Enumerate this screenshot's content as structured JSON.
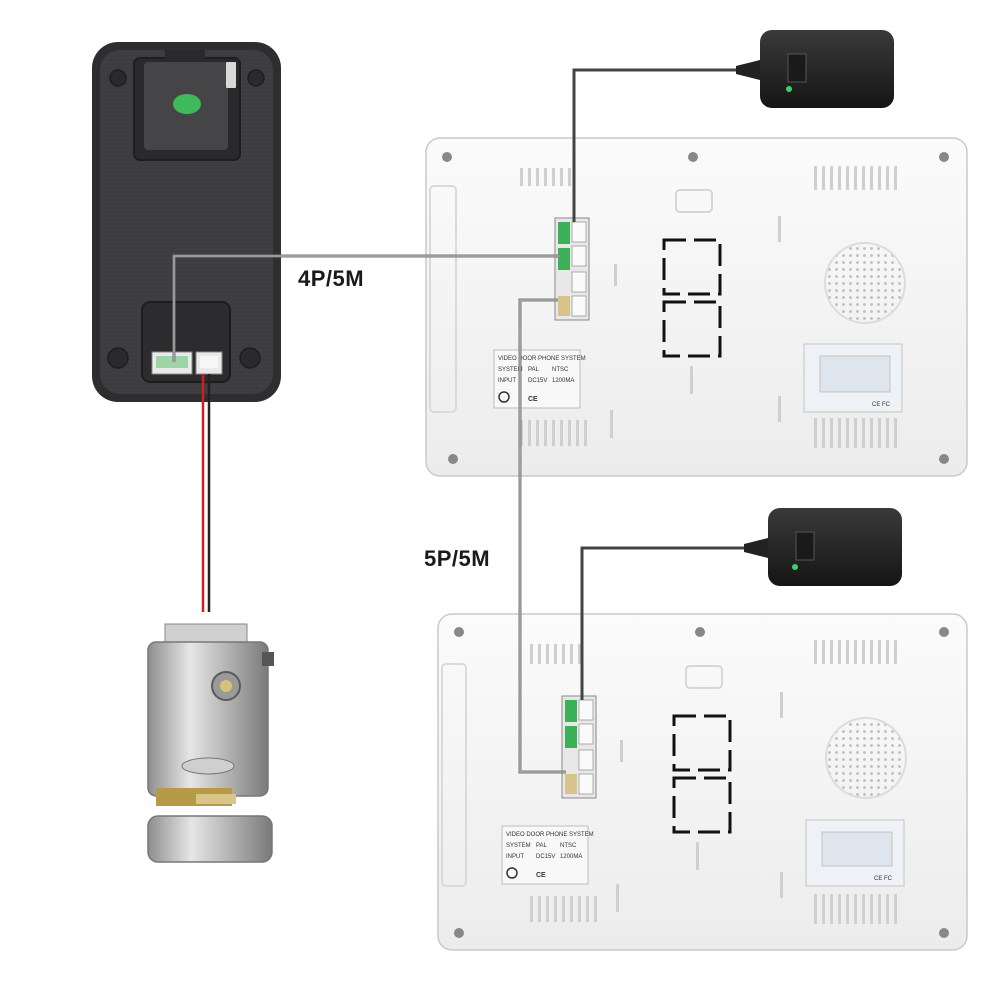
{
  "cables": {
    "upper_label": "4P/5M",
    "lower_label": "5P/5M"
  },
  "monitor": {
    "label_title": "VIDEO DOOR PHONE SYSTEM",
    "label_system": "SYSTEM",
    "label_pal": "PAL",
    "label_ntsc": "NTSC",
    "label_input": "INPUT",
    "label_dc": "DC15V",
    "label_ma": "1200MA",
    "label_ce": "CE",
    "label_fc": "CE FC"
  },
  "colors": {
    "cable": "#6e6e6e",
    "power_wire": "#444444",
    "lock_wire_red": "#cc1f1f",
    "monitor_body": "#f4f4f4",
    "camera_body": "#3d3d3f",
    "camera_button": "#3dbb5a"
  }
}
